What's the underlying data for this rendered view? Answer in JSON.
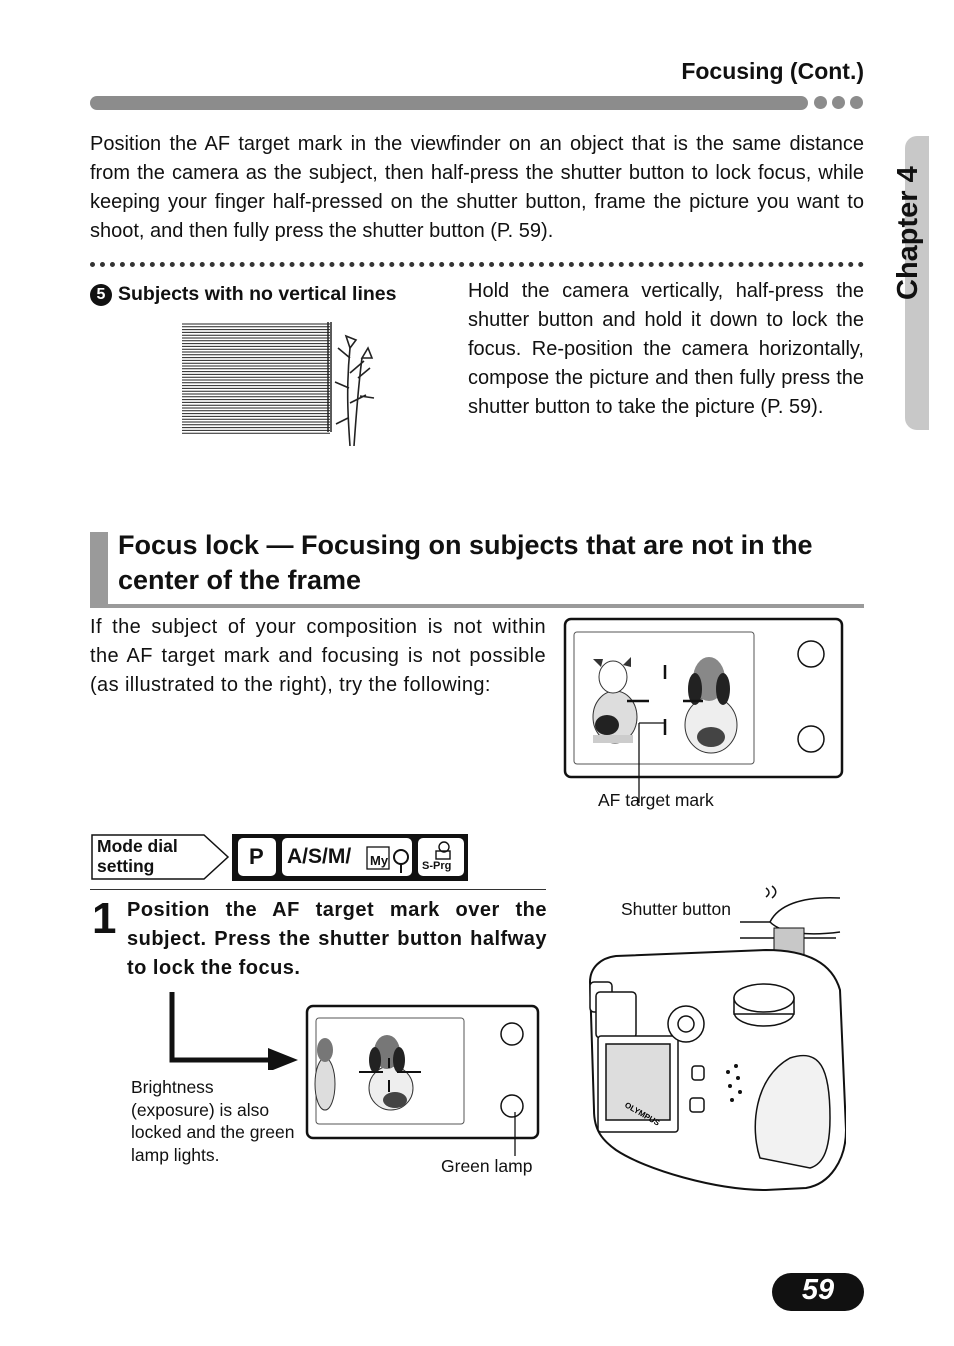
{
  "header": {
    "title": "Focusing (Cont.)"
  },
  "chapter_tab": "Chapter 4",
  "intro_paragraph": "Position the AF target mark in the viewfinder on an object that is the same distance from the camera as the subject, then half-press the shutter button to lock focus, while keeping your finger half-pressed on the shutter button, frame the picture you want to shoot, and then fully press the shutter button (P. 59).",
  "subject_no_vertical": {
    "number": "5",
    "heading": "Subjects with no vertical lines",
    "text": "Hold the camera vertically, half-press the shutter button and hold it down to lock the focus. Re-position the camera horizontally, compose the picture and then fully press the shutter button to take the picture (P. 59)."
  },
  "section": {
    "title": "Focus lock — Focusing on subjects that are not in the center of the frame",
    "intro": "If the subject of your composition is not within the AF target mark and focusing is not possible (as illustrated to the right), try the following:",
    "af_target_caption": "AF target mark"
  },
  "mode_dial": {
    "label_line1": "Mode dial",
    "label_line2": "setting",
    "mode_p": "P",
    "mode_asm": "A/S/M/",
    "mode_my": "My",
    "mode_sprg": "S-Prg"
  },
  "step1": {
    "number": "1",
    "text": "Position the AF target mark over the subject. Press the shutter button halfway to lock the focus.",
    "brightness_note": "Brightness (exposure) is also locked and the green lamp lights.",
    "green_lamp_caption": "Green lamp",
    "shutter_button_caption": "Shutter button",
    "camera_brand": "OLYMPUS"
  },
  "page_number": "59"
}
